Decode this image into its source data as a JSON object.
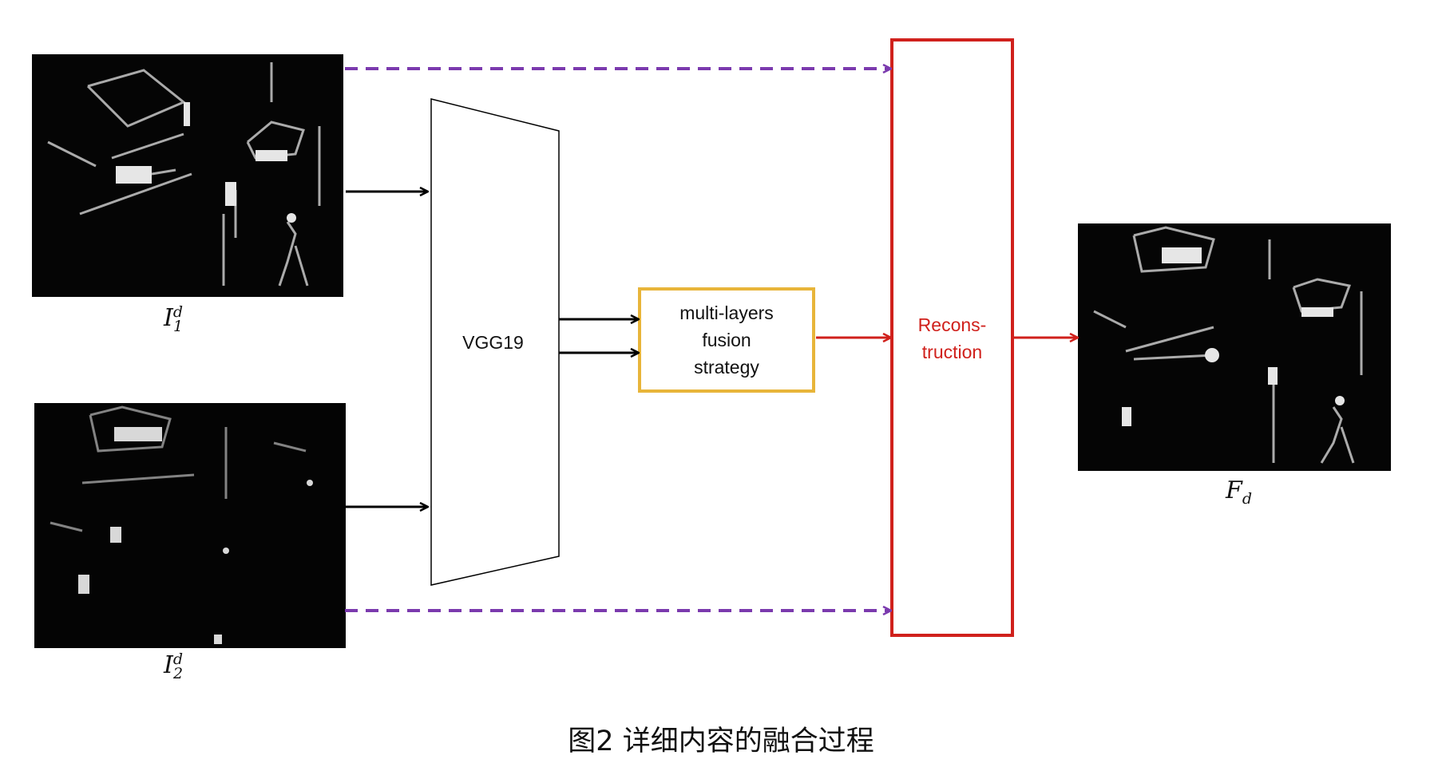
{
  "inputs": {
    "img1": {
      "symbol": "I",
      "superscript": "d",
      "subscript": "1"
    },
    "img2": {
      "symbol": "I",
      "superscript": "d",
      "subscript": "2"
    }
  },
  "encoder": {
    "label": "VGG19"
  },
  "fusion": {
    "lines": [
      "multi-layers",
      "fusion",
      "strategy"
    ],
    "border_color": "#E8B53A"
  },
  "reconstruction": {
    "lines": [
      "Recons-",
      "truction"
    ],
    "color": "#D0211C"
  },
  "output": {
    "symbol": "F",
    "subscript": "d"
  },
  "arrows": {
    "solid_color": "#000000",
    "red_color": "#D0211C",
    "skip_color": "#7B3AAE"
  },
  "figure_caption": "图2 详细内容的融合过程"
}
